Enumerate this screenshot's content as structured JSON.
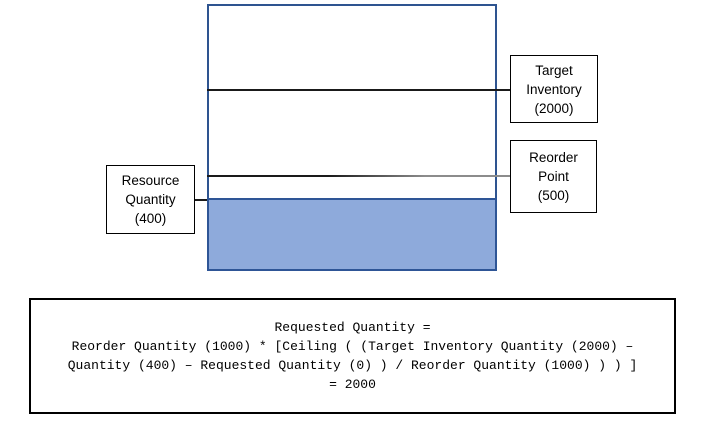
{
  "diagram": {
    "labels": {
      "resource": {
        "lines": [
          "Resource",
          "Quantity",
          "(400)"
        ]
      },
      "target": {
        "lines": [
          "Target",
          "Inventory",
          "(2000)"
        ]
      },
      "reorder": {
        "lines": [
          "Reorder",
          "Point",
          "(500)"
        ]
      }
    },
    "colors": {
      "tank_border": "#2E5490",
      "fill": "#8EAADB",
      "fill_border": "#2E5596",
      "level_line_black": "#1A1A1A",
      "level_line_gray": "#8C8C8C",
      "label_border": "#000000",
      "background": "#FFFFFF"
    }
  },
  "formula": {
    "lines": [
      "Requested Quantity =",
      "Reorder Quantity (1000) * [Ceiling ( (Target Inventory Quantity (2000) –",
      "Quantity (400) – Requested Quantity (0) ) / Reorder Quantity (1000) ) ) ]",
      "= 2000"
    ]
  }
}
